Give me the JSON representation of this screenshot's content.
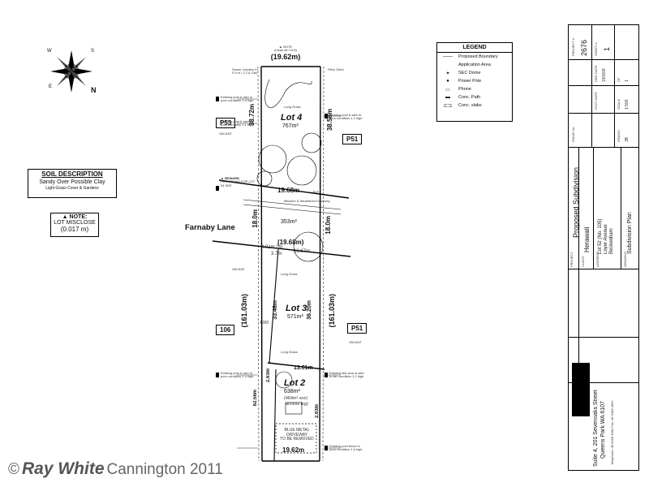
{
  "compass": {
    "labels": [
      "W",
      "S",
      "E",
      "N"
    ]
  },
  "legend": {
    "title": "LEGEND",
    "items": [
      {
        "symbol": "line",
        "label": "Proposed Boundary"
      },
      {
        "symbol": "",
        "label": "Application Area"
      },
      {
        "symbol": "sec",
        "label": "SEC Dome"
      },
      {
        "symbol": "pole",
        "label": "Power Pole"
      },
      {
        "symbol": "phone",
        "label": "Phone"
      },
      {
        "symbol": "path",
        "label": "Conc. Path"
      },
      {
        "symbol": "slab",
        "label": "Conc. slabs"
      }
    ]
  },
  "soil": {
    "title": "SOIL DESCRIPTION",
    "line1": "Sandy Over Possible Clay",
    "line2": "Light Grass Cover & Gardens"
  },
  "note_left": {
    "title": "NOTE:",
    "line1": "LOT MISCLOSE",
    "line2": "(0.017 m)"
  },
  "note_top": {
    "title": "NOTE",
    "sub": "(meas stn 19.6)",
    "dim": "(19.62m)"
  },
  "beware": {
    "title": "BEWARE:",
    "text": "PEG FOUND FOR LOT 54 SEE"
  },
  "street": "Farnaby Lane",
  "adjacent": {
    "p53": "P53",
    "p51_top": "P51",
    "p51_bottom": "P51",
    "lot106": "106"
  },
  "vacant": "VACANT",
  "lots": [
    {
      "name": "Lot 4",
      "area": "767m²"
    },
    {
      "name": "Lot 3",
      "area": "571m²"
    },
    {
      "name": "Lot 2",
      "area": "638m²",
      "note1": "(464m² excl.",
      "note2": "access leg)"
    }
  ],
  "lane_area": "353m²",
  "dims": {
    "top": "(19.62m)",
    "lot4_left": "38.72m",
    "lot4_right": "38.58m",
    "lot4_bottom": "19.68m",
    "lane_left": "18.0m",
    "lane_right": "18.0m",
    "lane_mid": "(19.68m)",
    "lane_bottom": "13.67m",
    "lane_small1": "4.01m",
    "lane_small2": "2m",
    "lane_small3": "3.7m",
    "lot3_left": "33.46m",
    "lot3_right": "36.20m",
    "lot3_bottom": "13.61m",
    "lot3_width": "4000",
    "long_left": "(161.03m)",
    "long_right": "(161.03m)",
    "lot2_left": "62.56m",
    "lot2_diag": "2.63m",
    "lot2_right": "2.63m",
    "bottom": "19.62m",
    "small_96": "9.6"
  },
  "driveway": {
    "line1": "BLUE METAL",
    "line2": "DRIVEWAY",
    "line3": "TO BE REMOVED"
  },
  "bitumen": "Bitumen & Weathered Driveway",
  "long_grass": "Long Grass",
  "notes_small": {
    "existing_fence_l": "Existing post & wire in poor condition 1.4 high",
    "existing_fence_r": "Existing post & wire in poor condition 1.2 high",
    "sewer": "Sewer Junction in 0.4 m / 1.2 & Gas",
    "fibro": "Fibro Shed",
    "existing_post_l2": "Existing post & wire in poor condition 1.1 high",
    "existing_star": "Existing star post & wire in fair condition 1.2 high",
    "existing_post_b": "Existing post fence in poor condition 1.8 high"
  },
  "title_block": {
    "project_no_label": "PROJECT #",
    "project_no": "2676",
    "sheet_label": "SHEET #",
    "sheet": "1",
    "of_label": "OF",
    "sheet_total": "1",
    "drg_date_label": "DRG DATE",
    "drg_date": "19/9/09",
    "plot_date_label": "PLOT DATE",
    "scale_label": "SCALE",
    "scale": "1:500",
    "drawn_label": "DRAWN",
    "drawn": "JB",
    "rev_label": "ISSUE No.",
    "project_label": "PROJECT",
    "project": "Proposed Subdivision",
    "client_label": "CLIENT",
    "client": "Herawati",
    "address_label": "ADDRESS",
    "address1": "Lot 52 (No. 105)",
    "address2": "Loyer Avenue",
    "address3": "Beckenham",
    "drawing_label": "DRAWING",
    "drawing": "Subdivision Plan",
    "company1": "Suite 4, 201 Sevenoaks Street",
    "company2": "Queens Park  WA  6107",
    "phone": "Telephone: 08 9458 4982  Fax: 08 9458 4092"
  },
  "watermark": {
    "copyright": "©",
    "brand": "Ray White",
    "suffix": "Cannington 2011"
  }
}
